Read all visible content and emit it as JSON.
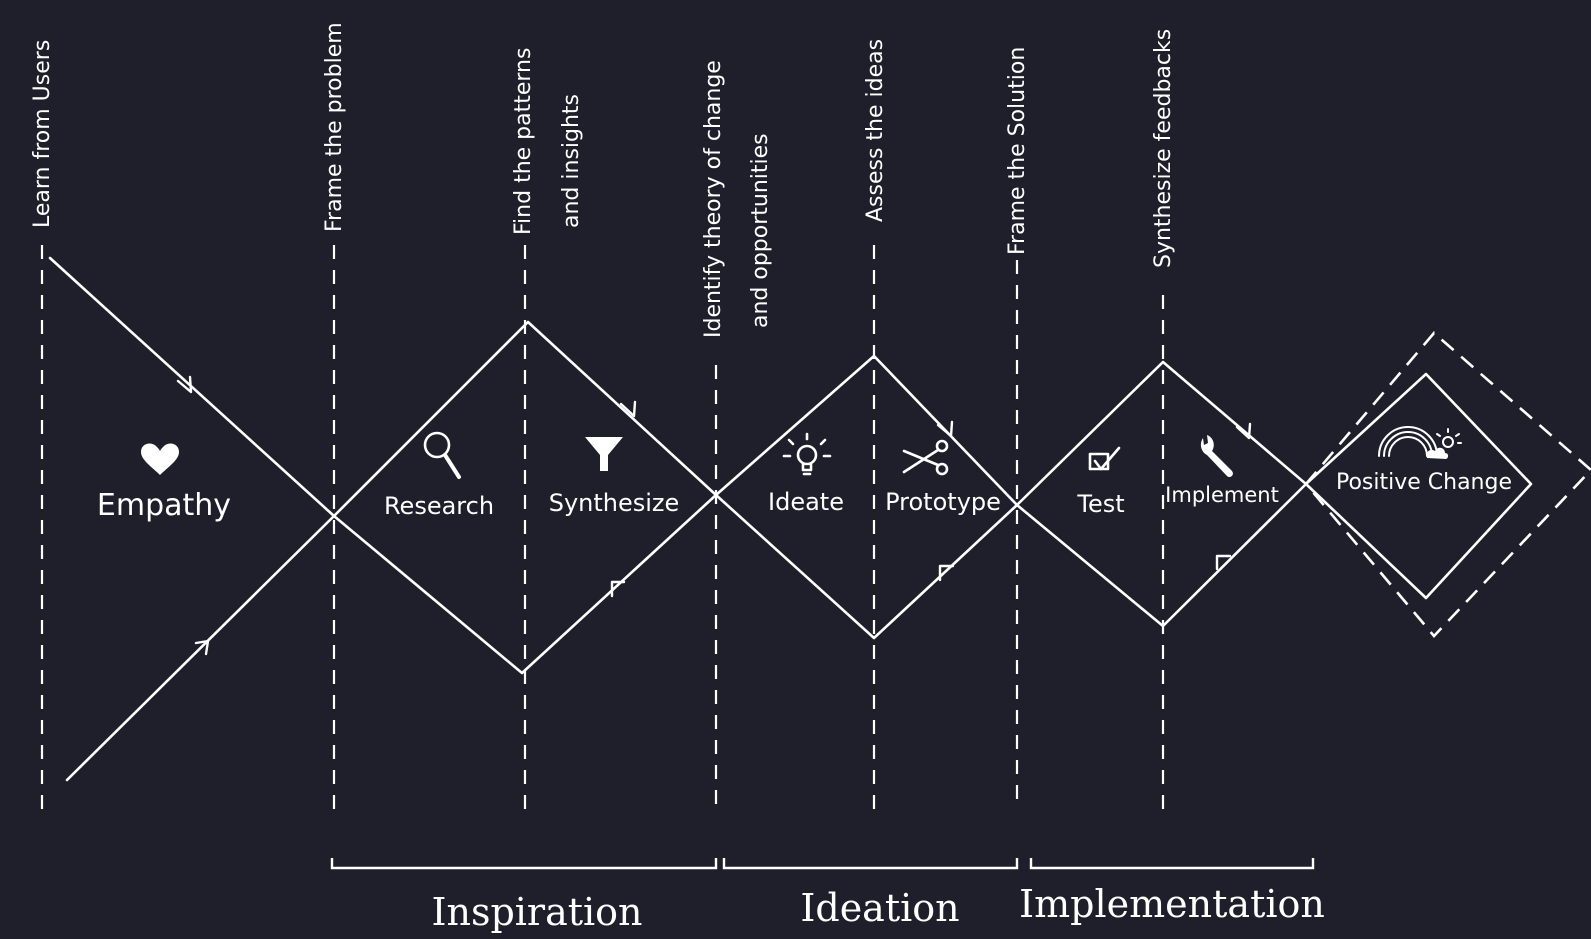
{
  "guides": [
    {
      "label": "Learn from Users"
    },
    {
      "label": "Frame the problem"
    },
    {
      "label": "Find the patterns",
      "label2": "and insights"
    },
    {
      "label": "Identify theory of change",
      "label2": "and opportunities"
    },
    {
      "label": "Assess the ideas"
    },
    {
      "label": "Frame the Solution"
    },
    {
      "label": "Synthesize feedbacks"
    }
  ],
  "stages": {
    "empathy": {
      "label": "Empathy",
      "icon": "heart-icon"
    },
    "research": {
      "label": "Research",
      "icon": "magnifier-icon"
    },
    "synthesize": {
      "label": "Synthesize",
      "icon": "funnel-icon"
    },
    "ideate": {
      "label": "Ideate",
      "icon": "lightbulb-icon"
    },
    "prototype": {
      "label": "Prototype",
      "icon": "scissors-icon"
    },
    "test": {
      "label": "Test",
      "icon": "checkbox-icon"
    },
    "implement": {
      "label": "Implement",
      "icon": "wrench-icon"
    },
    "positive_change": {
      "label": "Positive Change",
      "icon": "rainbow-icon"
    }
  },
  "phases": {
    "inspiration": "Inspiration",
    "ideation": "Ideation",
    "implementation": "Implementation"
  },
  "colors": {
    "background": "#1e1f2b",
    "line": "#ffffff"
  }
}
